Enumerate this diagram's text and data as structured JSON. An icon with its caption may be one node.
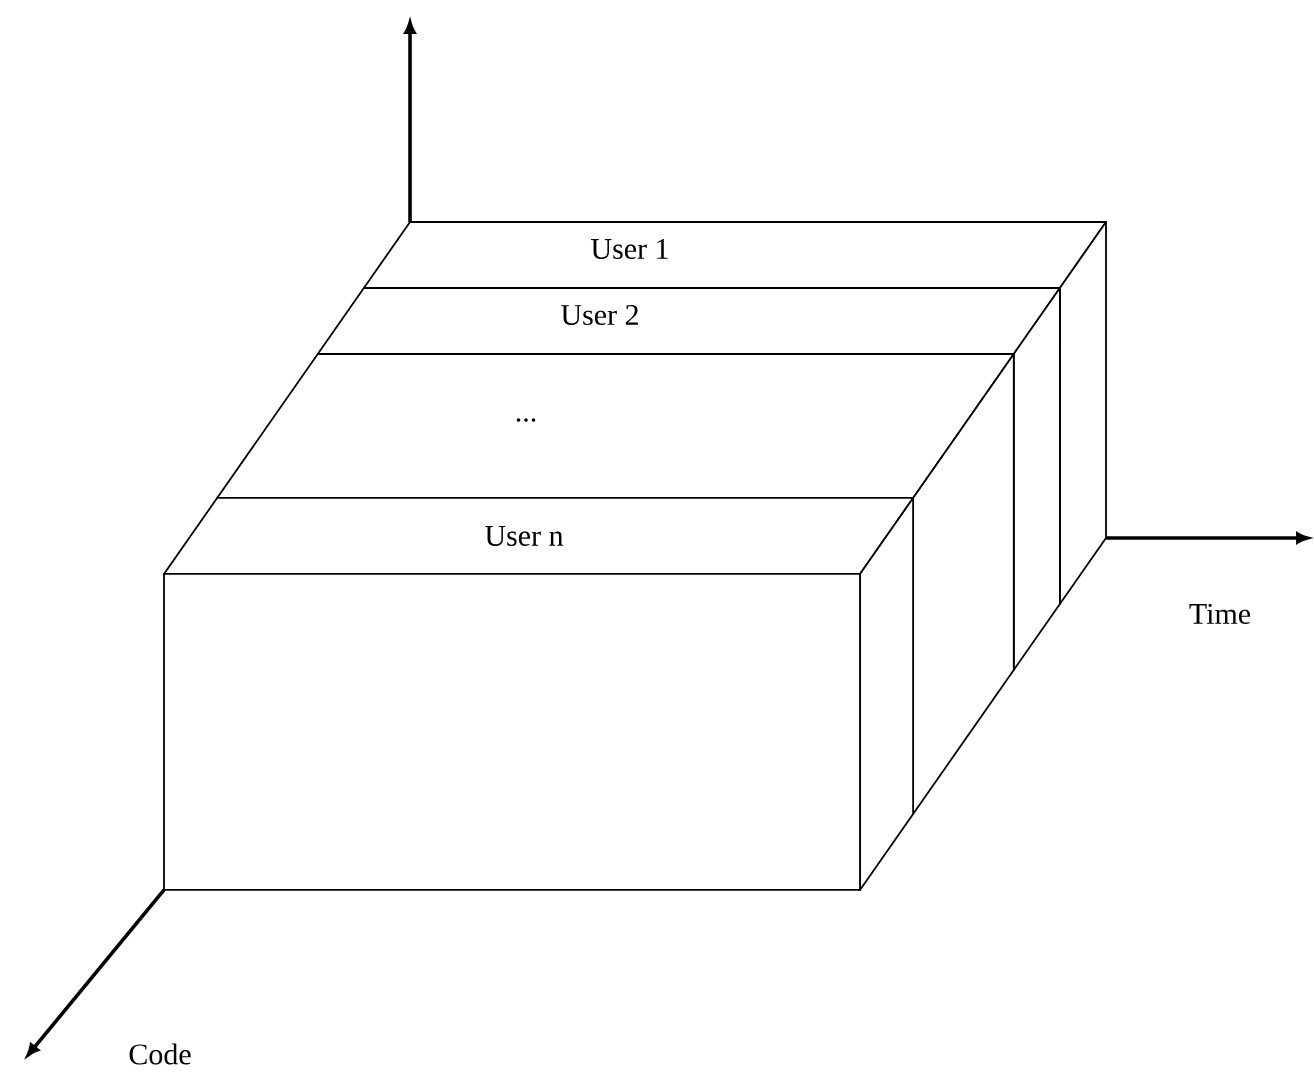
{
  "diagram": {
    "nodes": [
      {
        "text": [
          "User 1"
        ]
      },
      {
        "text": [
          "User 2"
        ]
      },
      {
        "text": [
          "..."
        ]
      },
      {
        "text": [
          "User n"
        ]
      },
      {
        "text": [],
        "shape": "box"
      },
      {
        "text": [],
        "shape": "box"
      },
      {
        "text": [],
        "shape": "box"
      },
      {
        "text": [],
        "shape": "box"
      },
      {
        "text": [],
        "shape": "box"
      }
    ],
    "edges": [],
    "labels": [
      "Time",
      "Code"
    ]
  }
}
